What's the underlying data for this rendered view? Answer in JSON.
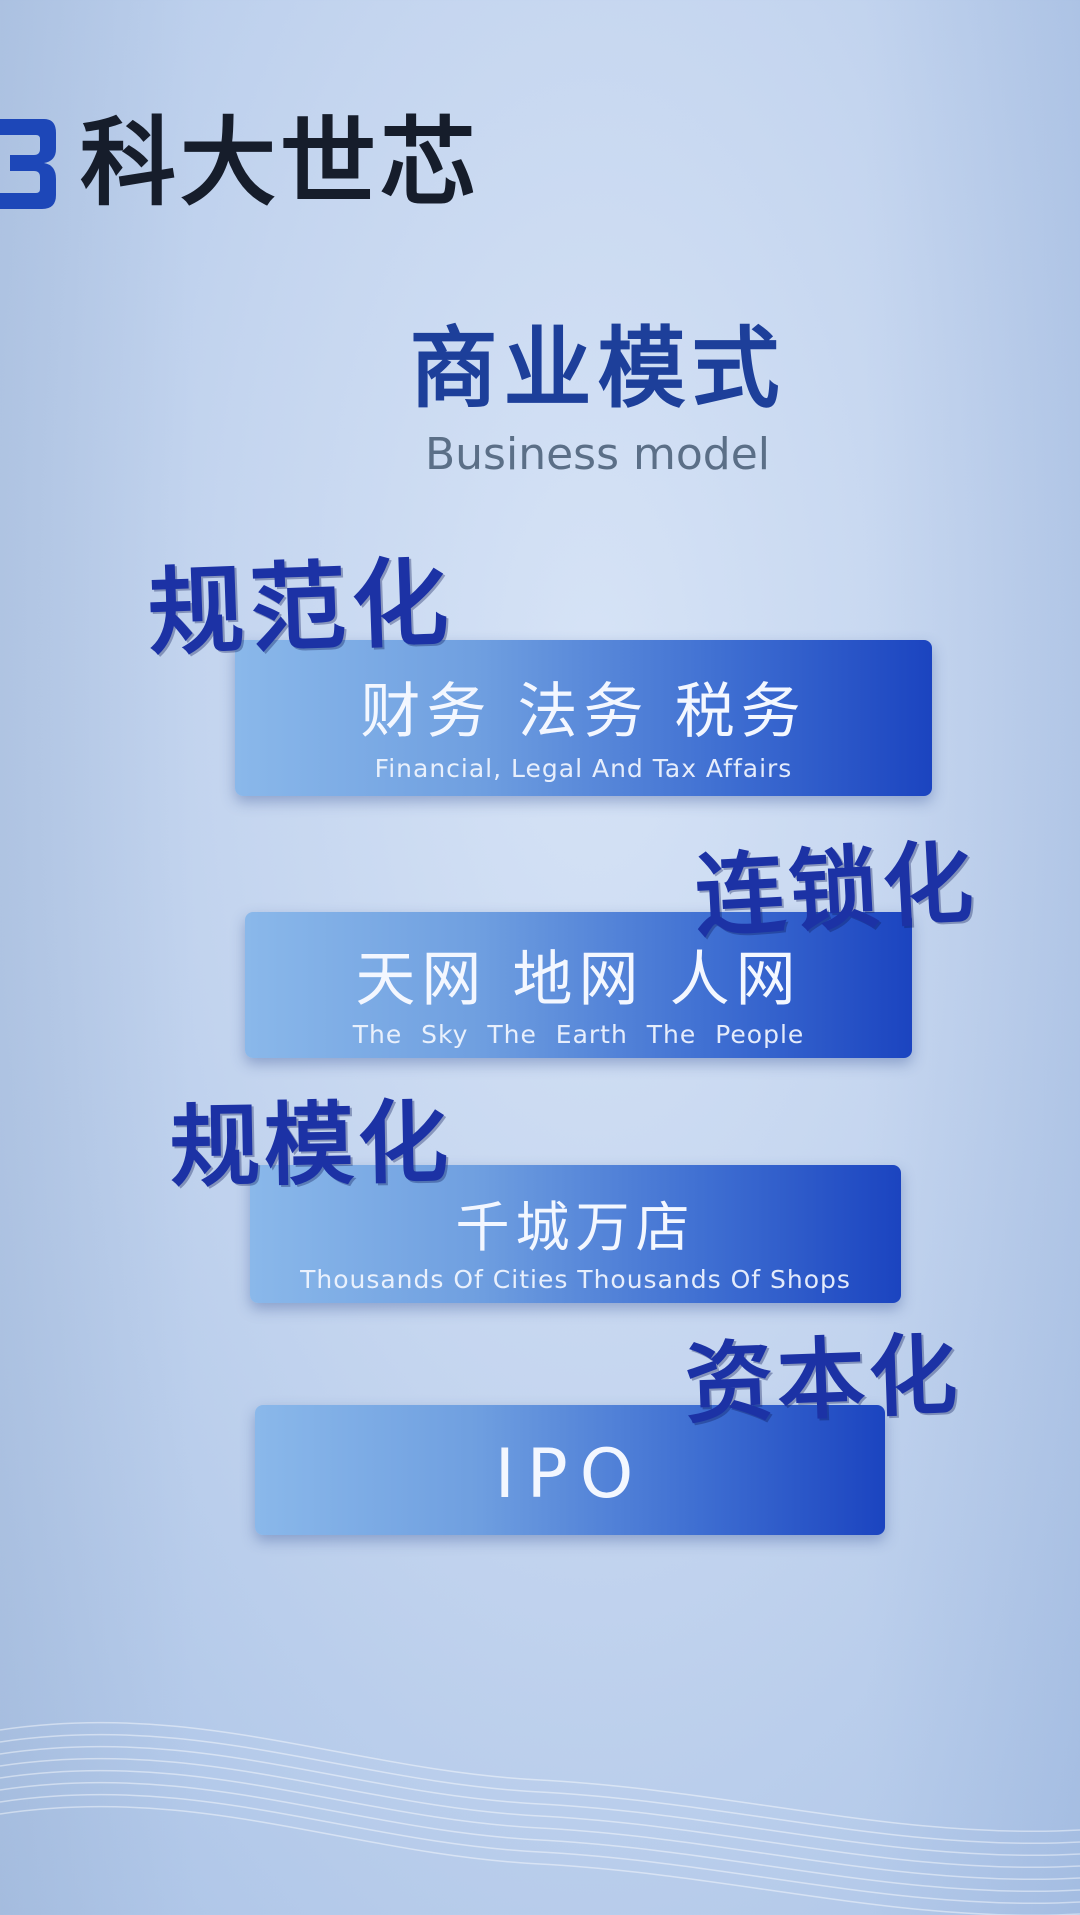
{
  "logo": {
    "icon": "blue-s-logo-mark",
    "text": "科大世芯",
    "mark_color": "#1d47b8"
  },
  "title": {
    "cn": "商业模式",
    "en": "Business model"
  },
  "items": [
    {
      "brush_label": "规范化",
      "cn": "财务  法务  税务",
      "en": "Financial, Legal And Tax Affairs"
    },
    {
      "brush_label": "连锁化",
      "cn": "天网  地网  人网",
      "en": "The Sky  The Earth  The People"
    },
    {
      "brush_label": "规模化",
      "cn": "千城万店",
      "en": "Thousands Of Cities  Thousands Of Shops"
    },
    {
      "brush_label": "资本化",
      "cn": "IPO"
    }
  ],
  "colors": {
    "title_blue": "#1d3f9a",
    "brush_blue": "#1c32a5",
    "banner_light": "#8ab8ea",
    "banner_dark": "#1b44c0"
  }
}
